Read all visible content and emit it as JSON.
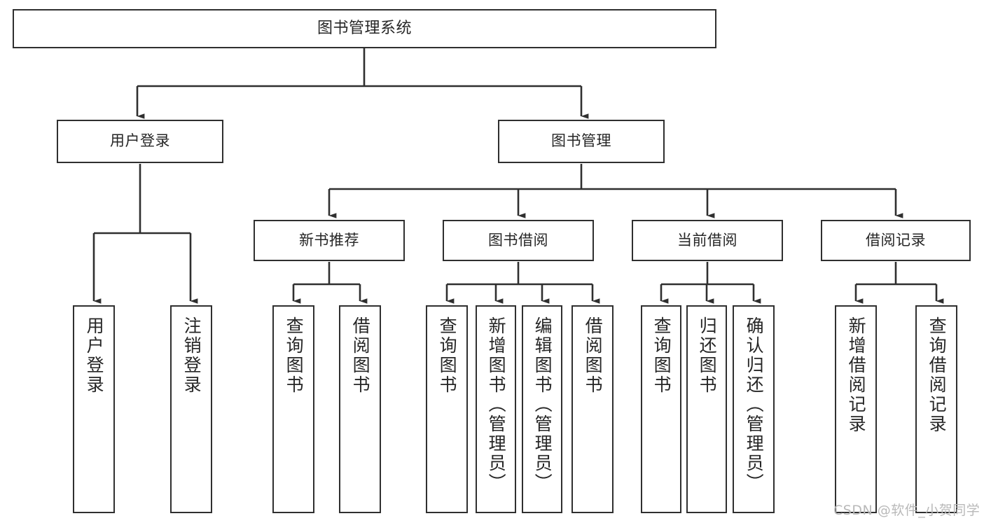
{
  "diagram": {
    "type": "tree",
    "title": "图书管理系统",
    "stroke_color": "#2f2f2f",
    "background_color": "#ffffff",
    "text_color": "#262626",
    "nodes": {
      "root": {
        "label": "图书管理系统"
      },
      "level2": [
        {
          "label": "用户登录"
        },
        {
          "label": "图书管理"
        }
      ],
      "level3": [
        {
          "label": "新书推荐"
        },
        {
          "label": "图书借阅"
        },
        {
          "label": "当前借阅"
        },
        {
          "label": "借阅记录"
        }
      ],
      "leaves": {
        "user_login": [
          {
            "label": "用户登录"
          },
          {
            "label": "注销登录"
          }
        ],
        "new_book": [
          {
            "label": "查询图书"
          },
          {
            "label": "借阅图书"
          }
        ],
        "book_borrow": [
          {
            "label": "查询图书"
          },
          {
            "label": "新增图书（管理员）"
          },
          {
            "label": "编辑图书（管理员）"
          },
          {
            "label": "借阅图书"
          }
        ],
        "current_borrow": [
          {
            "label": "查询图书"
          },
          {
            "label": "归还图书"
          },
          {
            "label": "确认归还（管理员）"
          }
        ],
        "borrow_record": [
          {
            "label": "新增借阅记录"
          },
          {
            "label": "查询借阅记录"
          }
        ]
      }
    }
  },
  "watermark": {
    "text": "CSDN @软件_小贺同学",
    "color": "#b9b9b9"
  }
}
